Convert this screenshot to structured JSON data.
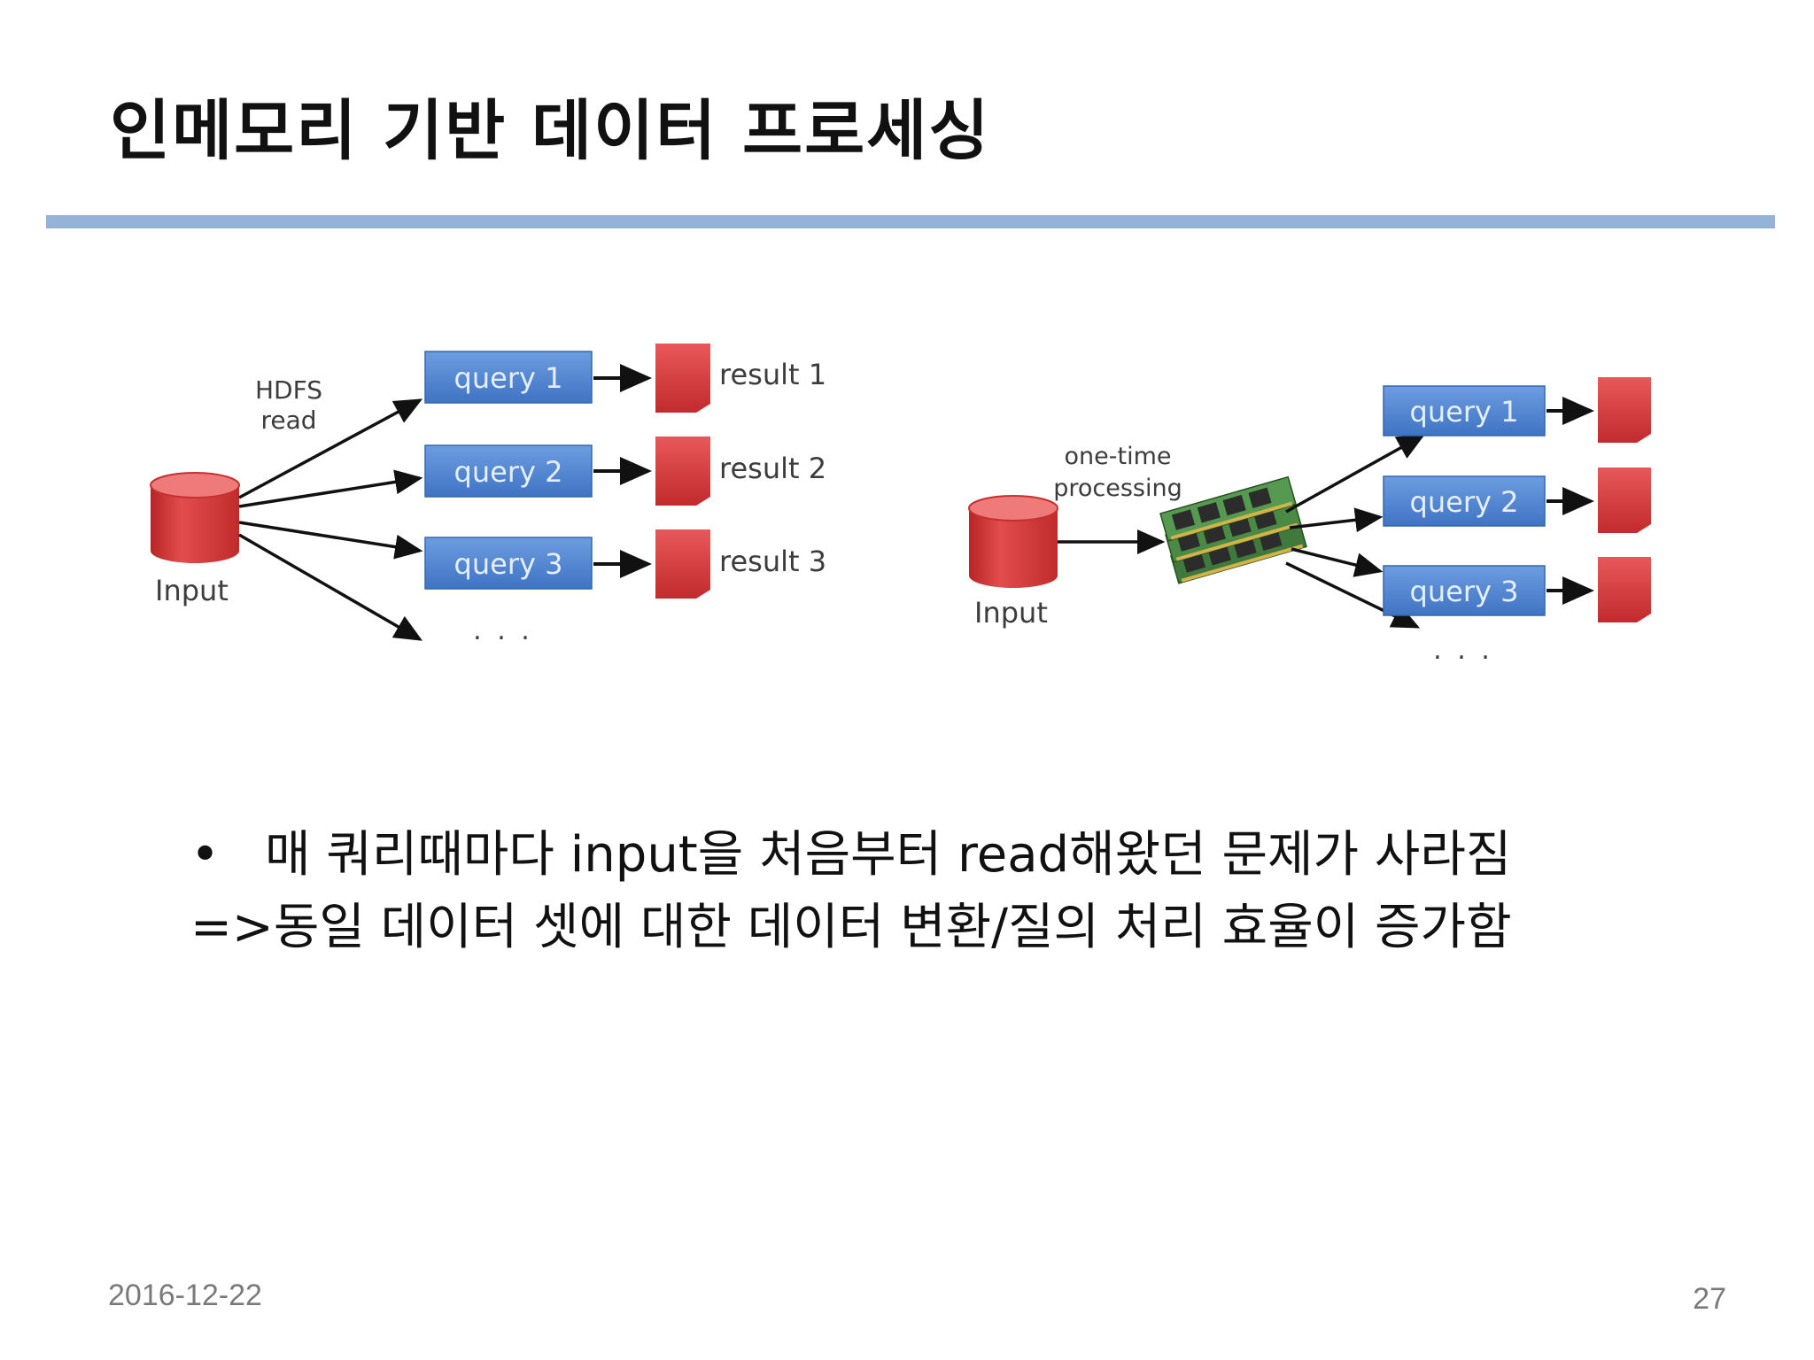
{
  "slide": {
    "title": "인메모리 기반 데이터 프로세싱",
    "date": "2016-12-22",
    "page_number": "27",
    "colors": {
      "title_rule": "#95b3d7",
      "query_box": "#4f86d0",
      "storage": "#d43a3a",
      "result_box": "#d6383a"
    }
  },
  "left_diagram": {
    "input_label": "Input",
    "edge_label_line1": "HDFS",
    "edge_label_line2": "read",
    "queries": [
      "query 1",
      "query 2",
      "query 3"
    ],
    "results": [
      "result 1",
      "result 2",
      "result 3"
    ],
    "ellipsis": ". . ."
  },
  "right_diagram": {
    "input_label": "Input",
    "edge_label_line1": "one-time",
    "edge_label_line2": "processing",
    "memory_icon": "ram-module-icon",
    "queries": [
      "query 1",
      "query 2",
      "query 3"
    ],
    "ellipsis": ". . ."
  },
  "bullets": {
    "marker": "•",
    "line1": "매 쿼리때마다 input을 처음부터 read해왔던 문제가 사라짐",
    "line2": "=>동일 데이터 셋에 대한 데이터 변환/질의 처리 효율이 증가함"
  }
}
